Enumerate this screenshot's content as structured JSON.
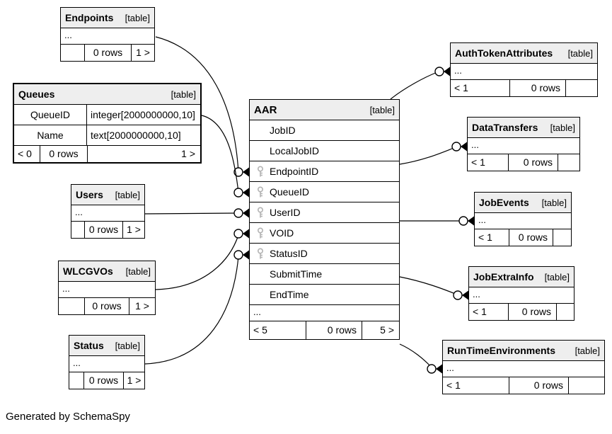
{
  "labels": {
    "table_tag": "[table]",
    "ellipsis": "...",
    "generated_by": "Generated by SchemaSpy"
  },
  "tables": {
    "endpoints": {
      "name": "Endpoints",
      "footer": [
        "",
        "0 rows",
        "1 >"
      ]
    },
    "queues": {
      "name": "Queues",
      "columns": [
        {
          "name": "QueueID",
          "type": "integer[2000000000,10]"
        },
        {
          "name": "Name",
          "type": "text[2000000000,10]"
        }
      ],
      "footer": [
        "< 0",
        "0 rows",
        "1 >"
      ]
    },
    "users": {
      "name": "Users",
      "footer": [
        "",
        "0 rows",
        "1 >"
      ]
    },
    "wlcgvos": {
      "name": "WLCGVOs",
      "footer": [
        "",
        "0 rows",
        "1 >"
      ]
    },
    "status": {
      "name": "Status",
      "footer": [
        "",
        "0 rows",
        "1 >"
      ]
    },
    "aar": {
      "name": "AAR",
      "columns": [
        {
          "name": "JobID",
          "key": false
        },
        {
          "name": "LocalJobID",
          "key": false
        },
        {
          "name": "EndpointID",
          "key": true
        },
        {
          "name": "QueueID",
          "key": true
        },
        {
          "name": "UserID",
          "key": true
        },
        {
          "name": "VOID",
          "key": true
        },
        {
          "name": "StatusID",
          "key": true
        },
        {
          "name": "SubmitTime",
          "key": false
        },
        {
          "name": "EndTime",
          "key": false
        }
      ],
      "footer": [
        "< 5",
        "0 rows",
        "5 >"
      ]
    },
    "auth_token_attributes": {
      "name": "AuthTokenAttributes",
      "footer": [
        "< 1",
        "0 rows",
        ""
      ]
    },
    "data_transfers": {
      "name": "DataTransfers",
      "footer": [
        "< 1",
        "0 rows",
        ""
      ]
    },
    "job_events": {
      "name": "JobEvents",
      "footer": [
        "< 1",
        "0 rows",
        ""
      ]
    },
    "job_extra_info": {
      "name": "JobExtraInfo",
      "footer": [
        "< 1",
        "0 rows",
        ""
      ]
    },
    "run_time_environments": {
      "name": "RunTimeEnvironments",
      "footer": [
        "< 1",
        "0 rows",
        ""
      ]
    }
  },
  "relations": [
    {
      "from": "Endpoints",
      "to": "AAR",
      "column": "EndpointID"
    },
    {
      "from": "Queues",
      "to": "AAR",
      "column": "QueueID"
    },
    {
      "from": "Users",
      "to": "AAR",
      "column": "UserID"
    },
    {
      "from": "WLCGVOs",
      "to": "AAR",
      "column": "VOID"
    },
    {
      "from": "Status",
      "to": "AAR",
      "column": "StatusID"
    },
    {
      "from": "AAR",
      "to": "AuthTokenAttributes"
    },
    {
      "from": "AAR",
      "to": "DataTransfers"
    },
    {
      "from": "AAR",
      "to": "JobEvents"
    },
    {
      "from": "AAR",
      "to": "JobExtraInfo"
    },
    {
      "from": "AAR",
      "to": "RunTimeEnvironments"
    }
  ]
}
